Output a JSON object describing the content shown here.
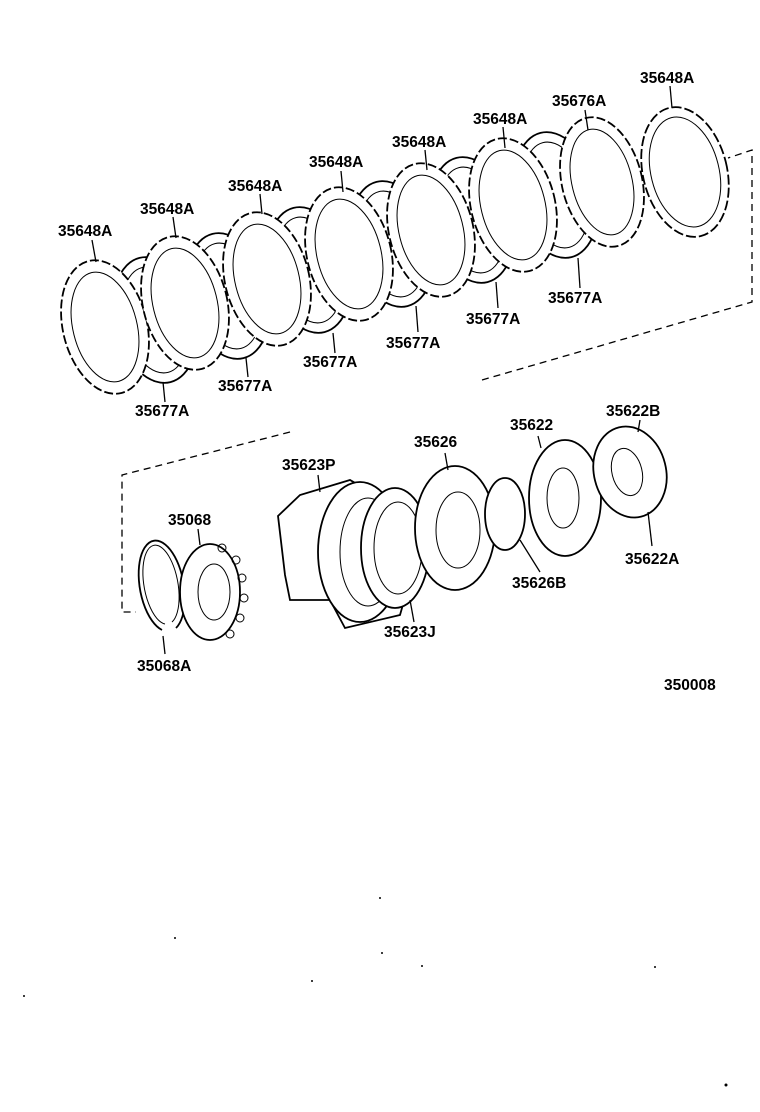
{
  "diagram": {
    "code": "350008",
    "labels": {
      "l01": "35648A",
      "l02": "35648A",
      "l03": "35648A",
      "l04": "35648A",
      "l05": "35648A",
      "l06": "35648A",
      "l07": "35648A",
      "l08": "35676A",
      "l09": "35677A",
      "l10": "35677A",
      "l11": "35677A",
      "l12": "35677A",
      "l13": "35677A",
      "l14": "35677A",
      "l15": "35623P",
      "l16": "35626",
      "l17": "35622",
      "l18": "35622B",
      "l19": "35068",
      "l20": "35068A",
      "l21": "35623J",
      "l22": "35626B",
      "l23": "35622A"
    }
  }
}
